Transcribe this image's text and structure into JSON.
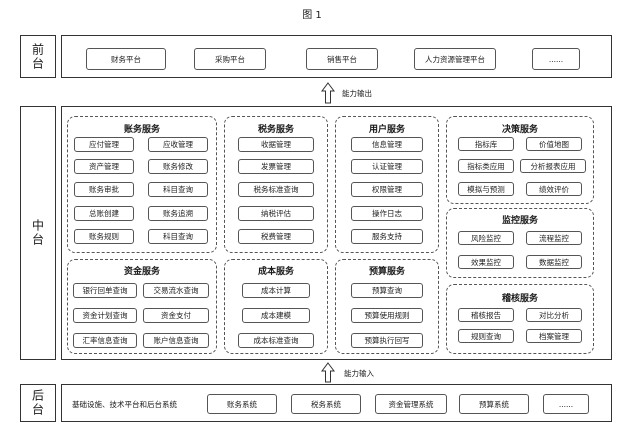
{
  "figure_title": "图 1",
  "front": {
    "label": "前台",
    "items": [
      "财务平台",
      "采购平台",
      "销售平台",
      "人力资源管理平台",
      "......"
    ]
  },
  "arrow_top_label": "能力输出",
  "middle": {
    "label": "中台",
    "accounting": {
      "title": "账务服务",
      "items": [
        "应付管理",
        "应收管理",
        "资产管理",
        "账务修改",
        "账务审批",
        "科目查询",
        "总账创建",
        "账务追溯",
        "账务规则",
        "科目查询"
      ]
    },
    "tax": {
      "title": "税务服务",
      "items": [
        "收据管理",
        "发票管理",
        "税务标准查询",
        "纳税评估",
        "税费管理"
      ]
    },
    "user": {
      "title": "用户服务",
      "items": [
        "信息管理",
        "认证管理",
        "权限管理",
        "操作日志",
        "服务支持"
      ]
    },
    "decision": {
      "title": "决策服务",
      "items": [
        "指标库",
        "价值地图",
        "指标类应用",
        "分析报表应用",
        "模拟与预测",
        "绩效评价"
      ]
    },
    "monitor": {
      "title": "监控服务",
      "items": [
        "风险监控",
        "流程监控",
        "效果监控",
        "数据监控"
      ]
    },
    "funds": {
      "title": "资金服务",
      "items": [
        "银行回单查询",
        "交易流水查询",
        "资金计划查询",
        "资金支付",
        "汇率信息查询",
        "账户信息查询"
      ]
    },
    "cost": {
      "title": "成本服务",
      "items": [
        "成本计算",
        "成本建模",
        "成本标准查询"
      ]
    },
    "budget": {
      "title": "预算服务",
      "items": [
        "预算查询",
        "预算使用规则",
        "预算执行回写"
      ]
    },
    "audit": {
      "title": "稽核服务",
      "items": [
        "稽核报告",
        "对比分析",
        "规则查询",
        "档案管理"
      ]
    }
  },
  "arrow_bottom_label": "能力输入",
  "back": {
    "label": "后台",
    "caption": "基础设施、技术平台和后台系统",
    "items": [
      "账务系统",
      "税务系统",
      "资金管理系统",
      "预算系统",
      "......"
    ]
  }
}
